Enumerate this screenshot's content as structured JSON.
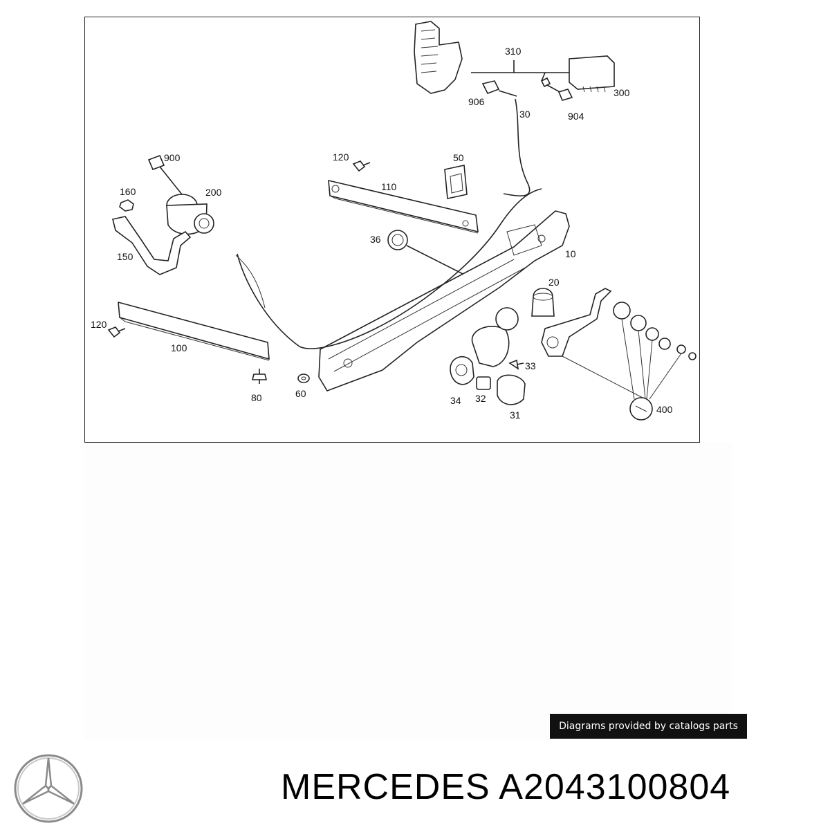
{
  "diagram": {
    "callouts": [
      {
        "id": "310",
        "text": "310"
      },
      {
        "id": "300",
        "text": "300"
      },
      {
        "id": "906",
        "text": "906"
      },
      {
        "id": "30",
        "text": "30"
      },
      {
        "id": "904",
        "text": "904"
      },
      {
        "id": "900",
        "text": "900"
      },
      {
        "id": "120a",
        "text": "120"
      },
      {
        "id": "50",
        "text": "50"
      },
      {
        "id": "160",
        "text": "160"
      },
      {
        "id": "200",
        "text": "200"
      },
      {
        "id": "110",
        "text": "110"
      },
      {
        "id": "36",
        "text": "36"
      },
      {
        "id": "150",
        "text": "150"
      },
      {
        "id": "10",
        "text": "10"
      },
      {
        "id": "20",
        "text": "20"
      },
      {
        "id": "120b",
        "text": "120"
      },
      {
        "id": "100",
        "text": "100"
      },
      {
        "id": "33",
        "text": "33"
      },
      {
        "id": "80",
        "text": "80"
      },
      {
        "id": "60",
        "text": "60"
      },
      {
        "id": "34",
        "text": "34"
      },
      {
        "id": "32",
        "text": "32"
      },
      {
        "id": "31",
        "text": "31"
      },
      {
        "id": "400",
        "text": "400"
      }
    ]
  },
  "credit_label": "Diagrams provided by catalogs parts",
  "product": {
    "brand": "MERCEDES",
    "part_number": "A2043100804",
    "title": "MERCEDES A2043100804"
  },
  "logo_icon": "mercedes-star-icon"
}
